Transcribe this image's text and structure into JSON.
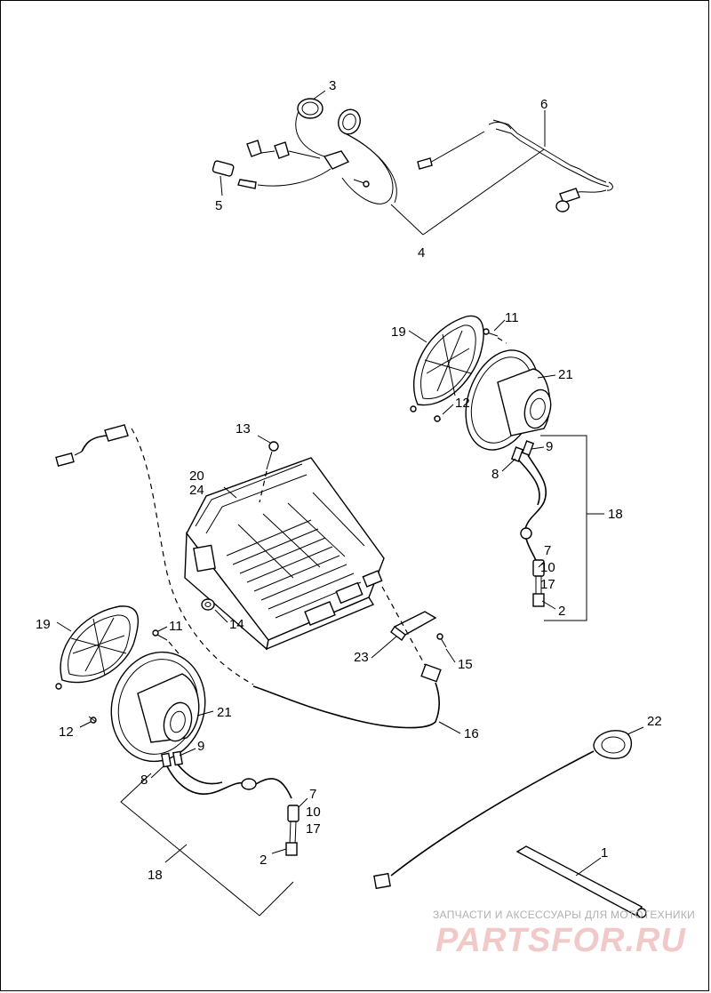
{
  "callouts": {
    "c1": "1",
    "c2a": "2",
    "c2b": "2",
    "c3": "3",
    "c4": "4",
    "c5": "5",
    "c6": "6",
    "c7a": "7",
    "c7b": "7",
    "c8a": "8",
    "c8b": "8",
    "c9a": "9",
    "c9b": "9",
    "c10a": "10",
    "c10b": "10",
    "c11a": "11",
    "c11b": "11",
    "c12a": "12",
    "c12b": "12",
    "c13": "13",
    "c14": "14",
    "c15": "15",
    "c16": "16",
    "c17a": "17",
    "c17b": "17",
    "c18a": "18",
    "c18b": "18",
    "c19a": "19",
    "c19b": "19",
    "c20": "20",
    "c21a": "21",
    "c21b": "21",
    "c22": "22",
    "c23": "23",
    "c24": "24"
  },
  "watermark": {
    "tagline": "ЗАПЧАСТИ И АКСЕССУАРЫ ДЛЯ МОТОТЕХНИКИ",
    "logo": "PARTSFOR.RU"
  },
  "colors": {
    "line": "#000000",
    "background": "#ffffff",
    "watermark_logo": "#f2c9c9",
    "watermark_text": "#b0b0b0"
  }
}
